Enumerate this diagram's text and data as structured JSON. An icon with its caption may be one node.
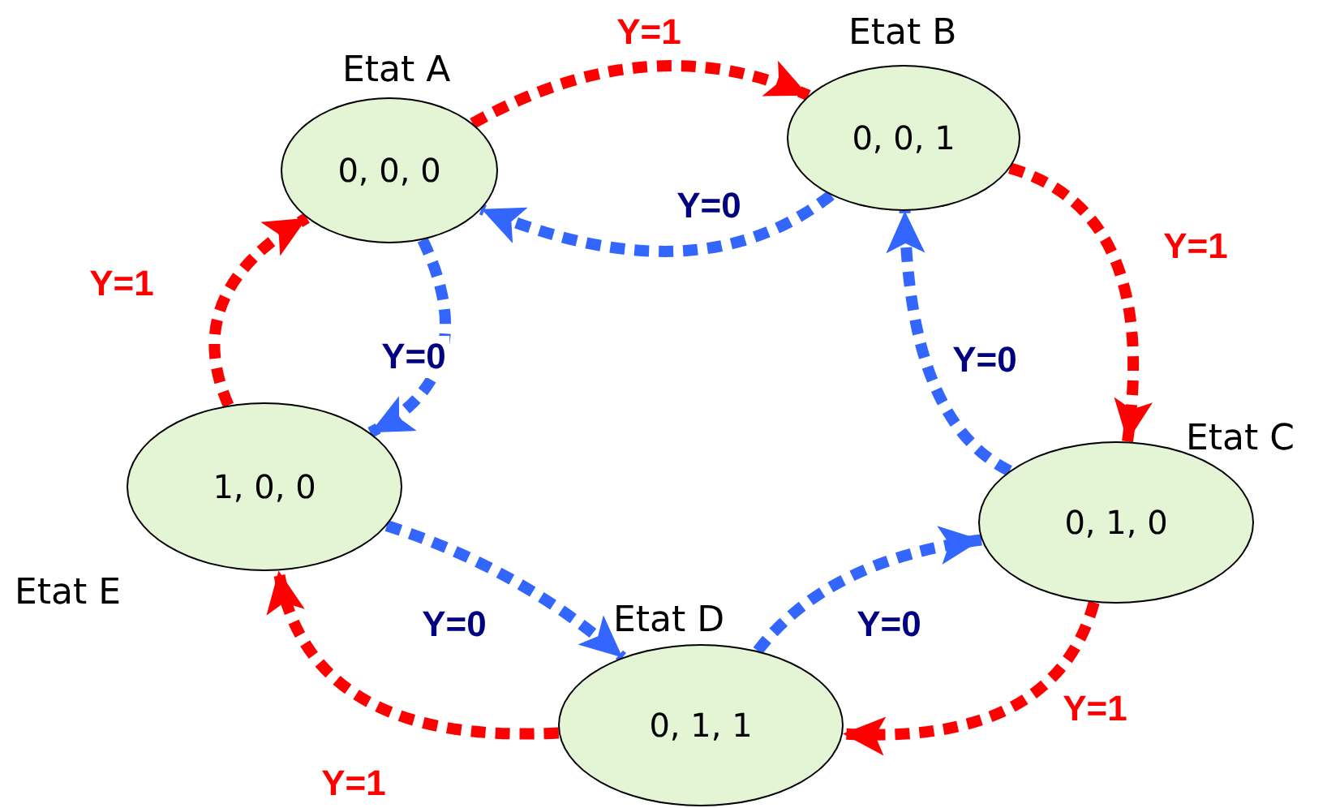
{
  "diagram": {
    "nodes": [
      {
        "text": [
          "Etat A",
          "0, 0, 0"
        ]
      },
      {
        "text": [
          "Etat B",
          "0, 0, 1"
        ]
      },
      {
        "text": [
          "Etat C",
          "0, 1, 0"
        ]
      },
      {
        "text": [
          "Etat D",
          "0, 1, 1"
        ]
      },
      {
        "text": [
          "Etat E",
          "1, 0, 0"
        ]
      }
    ],
    "edges": [
      {
        "from": 0,
        "to": 1,
        "arrow": "to",
        "label": "Y=1",
        "style": "dashed",
        "color": "#ff0000"
      },
      {
        "from": 1,
        "to": 0,
        "arrow": "to",
        "label": "Y=0",
        "style": "dashed",
        "color": "#3366ff"
      },
      {
        "from": 1,
        "to": 2,
        "arrow": "to",
        "label": "Y=1",
        "style": "dashed",
        "color": "#ff0000"
      },
      {
        "from": 2,
        "to": 1,
        "arrow": "to",
        "label": "Y=0",
        "style": "dashed",
        "color": "#3366ff"
      },
      {
        "from": 2,
        "to": 3,
        "arrow": "to",
        "label": "Y=1",
        "style": "dashed",
        "color": "#ff0000"
      },
      {
        "from": 3,
        "to": 2,
        "arrow": "to",
        "label": "Y=0",
        "style": "dashed",
        "color": "#3366ff"
      },
      {
        "from": 3,
        "to": 4,
        "arrow": "to",
        "label": "Y=1",
        "style": "dashed",
        "color": "#ff0000"
      },
      {
        "from": 4,
        "to": 3,
        "arrow": "to",
        "label": "Y=0",
        "style": "dashed",
        "color": "#3366ff"
      },
      {
        "from": 4,
        "to": 0,
        "arrow": "to",
        "label": "Y=1",
        "style": "dashed",
        "color": "#ff0000"
      },
      {
        "from": 0,
        "to": 4,
        "arrow": "to",
        "label": "Y=0",
        "style": "dashed",
        "color": "#3366ff"
      }
    ]
  }
}
